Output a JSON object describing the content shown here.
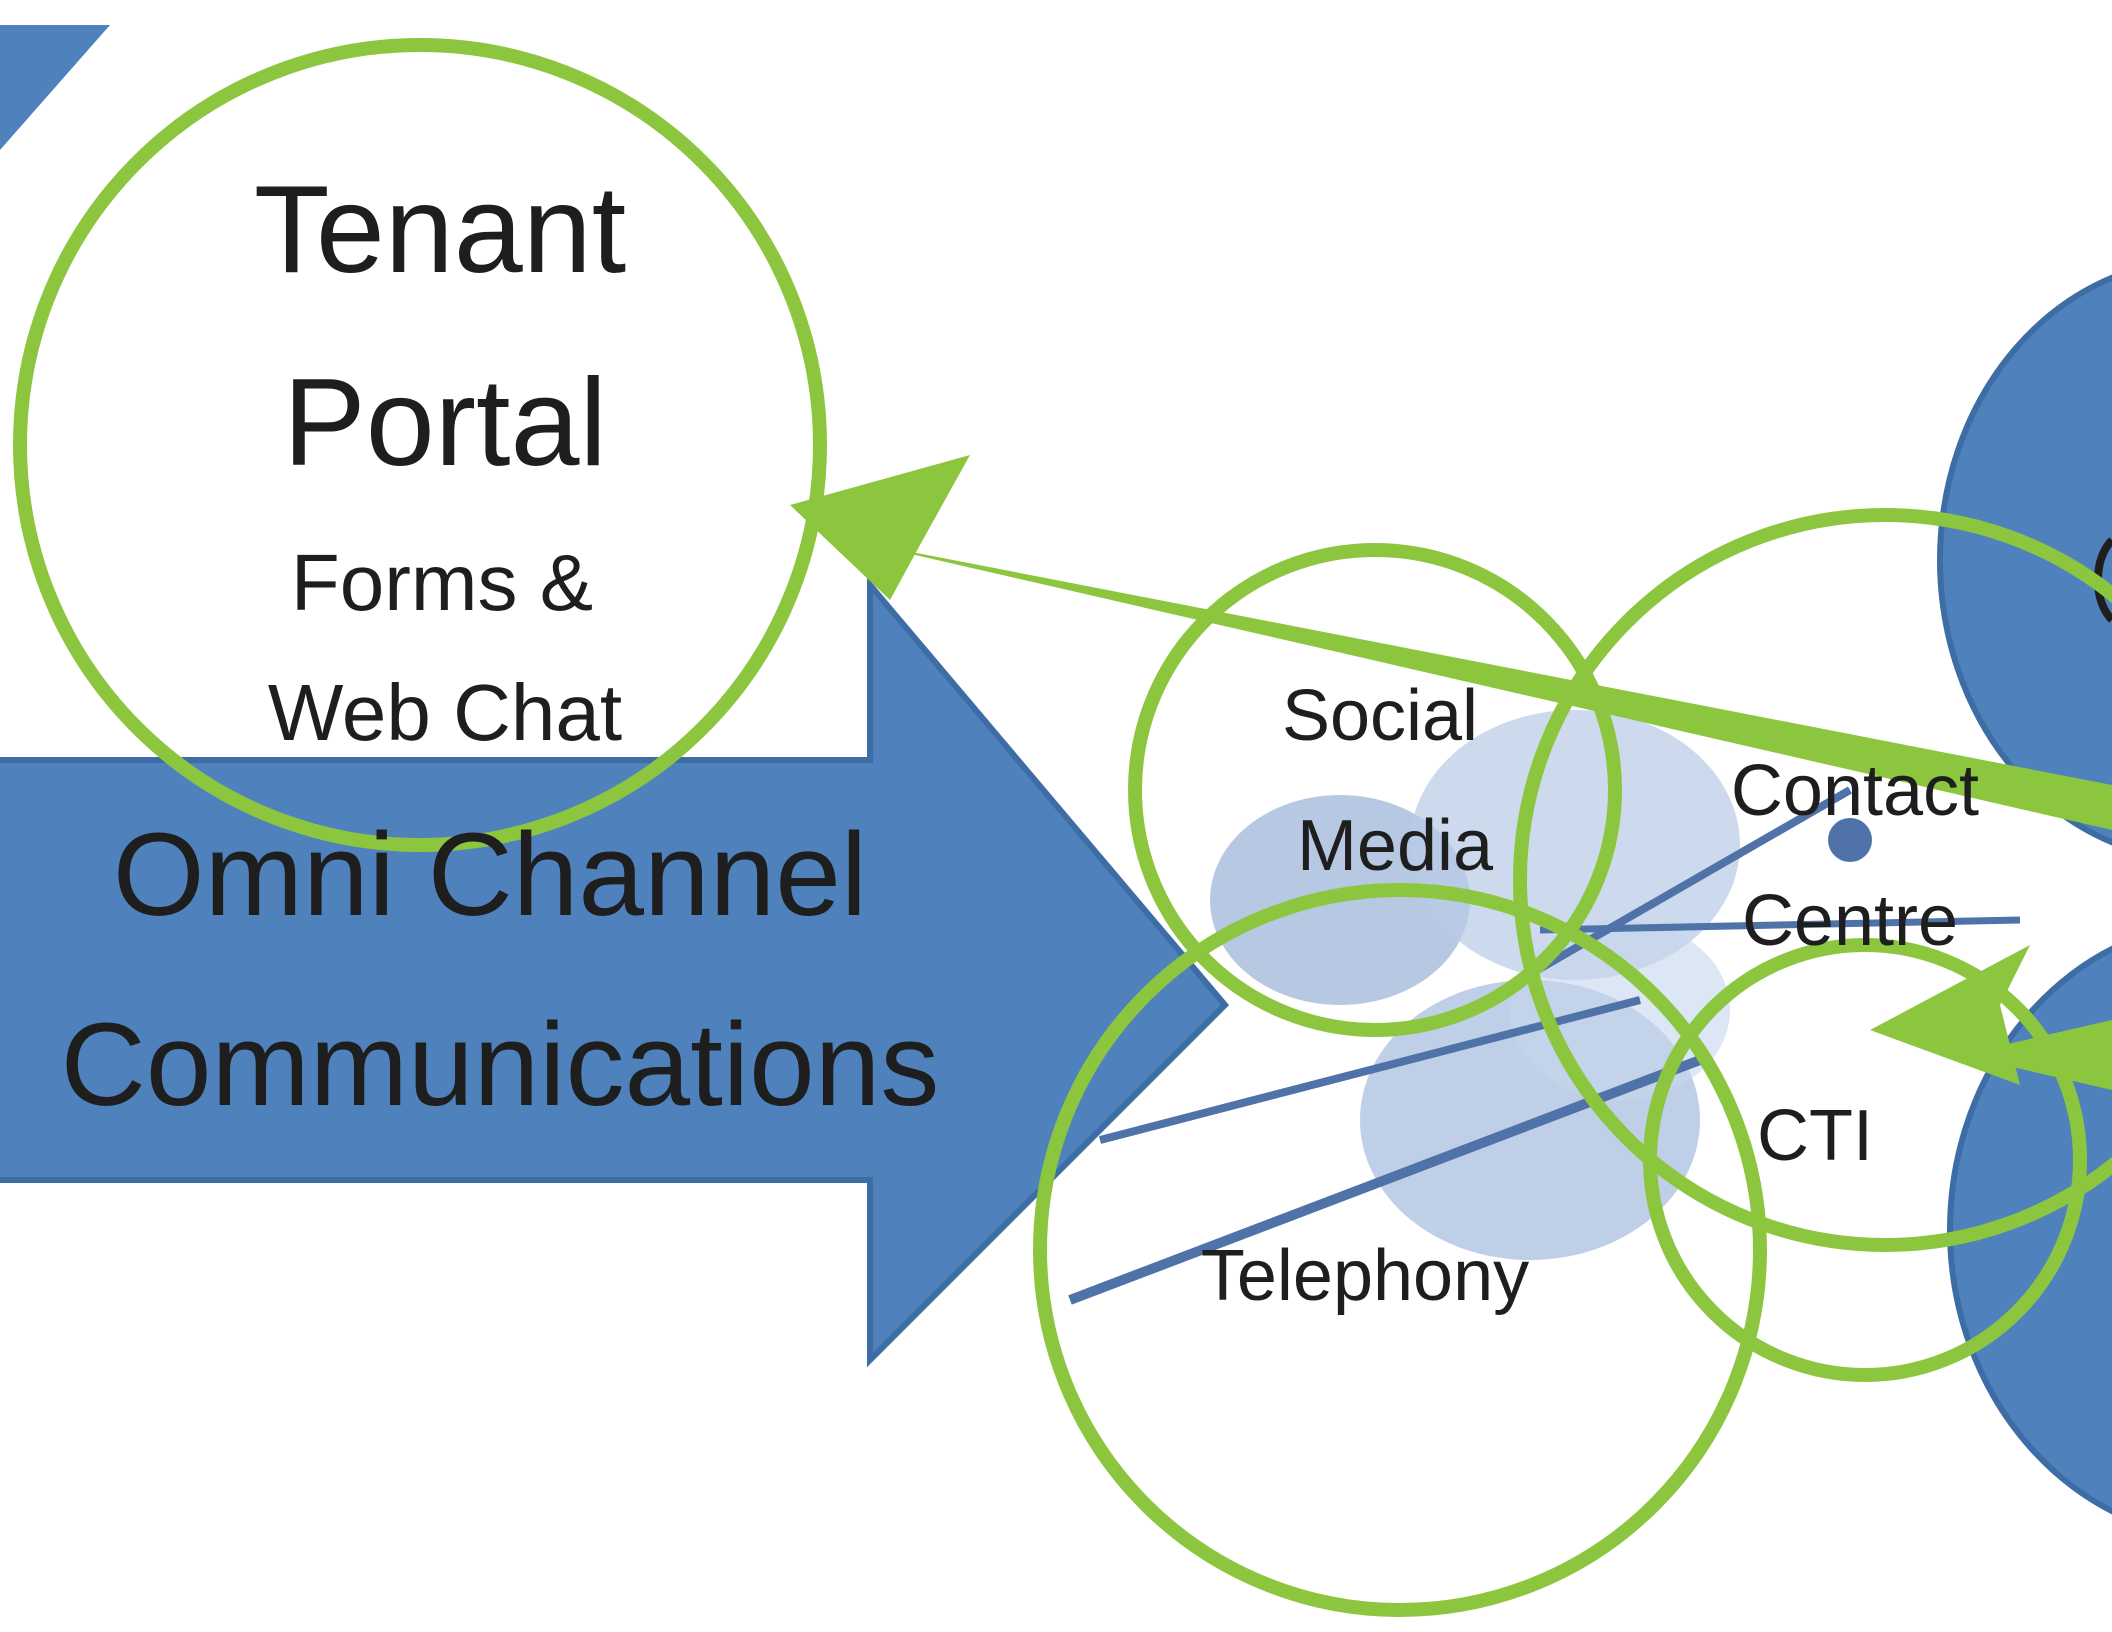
{
  "diagram": {
    "arrow_label": {
      "line1": "Omni Channel",
      "line2": "Communications"
    },
    "tenant_portal": {
      "title_line1": "Tenant",
      "title_line2": "Portal",
      "subtitle_line1": "Forms &",
      "subtitle_line2": "Web Chat"
    },
    "channels": {
      "social_media_line1": "Social",
      "social_media_line2": "Media",
      "contact_centre_line1": "Contact",
      "contact_centre_line2": "Centre",
      "cti": "CTI",
      "telephony": "Telephony"
    },
    "colors": {
      "arrow_blue": "#4f81bd",
      "ring_green": "#8cc63f",
      "globe_blue": "#a9bfdf"
    }
  }
}
